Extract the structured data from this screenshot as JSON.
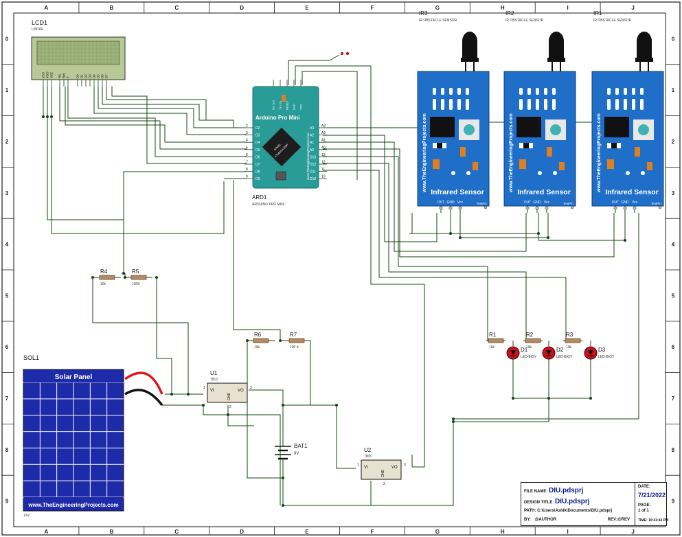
{
  "colors": {
    "wire": "#114411",
    "frame": "#1a1a1a",
    "arduino_teal": "#2a9c98",
    "sensor_blue": "#1f6fc9",
    "solar_blue": "#1e2ba8",
    "led_red": "#c6141c",
    "title_blue": "#0d1a8a"
  },
  "border": {
    "columns": [
      "A",
      "B",
      "C",
      "D",
      "E",
      "F",
      "G",
      "H",
      "I",
      "J"
    ],
    "rows": [
      "0",
      "1",
      "2",
      "3",
      "4",
      "5",
      "6",
      "7",
      "8",
      "9"
    ]
  },
  "lcd": {
    "ref": "LCD1",
    "part": "LM016L",
    "pins": [
      "VSS",
      "VDD",
      "VEE",
      "RS",
      "RW",
      "E",
      "D0",
      "D1",
      "D2",
      "D3",
      "D4",
      "D5",
      "D6",
      "D7"
    ]
  },
  "arduino": {
    "ref": "ARD1",
    "part": "ARDUINO PRO MINI",
    "board_title": "Arduino Pro Mini",
    "chip_name": "ATMEL",
    "chip_part": "ATMEGA328P",
    "side_text": "www.TheEngineeringProjects.com",
    "top_pins": [
      "RX / D0",
      "TX / D1",
      "RESET",
      "GND",
      "VCC"
    ],
    "left_pins": [
      "D2",
      "D3",
      "D4",
      "D5",
      "D6",
      "D7",
      "D8",
      "D9"
    ],
    "left_numbers": [
      "2",
      "3",
      "4",
      "5",
      "6",
      "7",
      "8",
      "9"
    ],
    "right_pins": [
      "A3",
      "A2",
      "A1",
      "A0",
      "D13",
      "D12",
      "D11",
      "D10"
    ],
    "right_numbers": [
      "A3",
      "A2",
      "A1",
      "A0",
      "13",
      "12",
      "11",
      "10"
    ]
  },
  "sensors": [
    {
      "ref": "IR3",
      "part": "IR OBSTACLE SENSOR",
      "title": "Infrared Sensor",
      "side_text": "www.TheEngineeringProjects.com",
      "pins": [
        "OUT",
        "GND",
        "Vcc"
      ],
      "testpin": "TestPin"
    },
    {
      "ref": "IR2",
      "part": "IR OBSTACLE SENSOR",
      "title": "Infrared Sensor",
      "side_text": "www.TheEngineeringProjects.com",
      "pins": [
        "OUT",
        "GND",
        "Vcc"
      ],
      "testpin": "TestPin"
    },
    {
      "ref": "IR1",
      "part": "IR OBSTACLE SENSOR",
      "title": "Infrared Sensor",
      "side_text": "www.TheEngineeringProjects.com",
      "pins": [
        "OUT",
        "GND",
        "Vcc"
      ],
      "testpin": "TestPin"
    }
  ],
  "resistors": [
    {
      "ref": "R4",
      "value": "10k"
    },
    {
      "ref": "R5",
      "value": "100K"
    },
    {
      "ref": "R6",
      "value": "10k"
    },
    {
      "ref": "R7",
      "value": "100 K"
    },
    {
      "ref": "R1",
      "value": "10k"
    },
    {
      "ref": "R2",
      "value": "10k"
    },
    {
      "ref": "R3",
      "value": "10k"
    }
  ],
  "leds": [
    {
      "ref": "D1",
      "part": "LED-BIGY"
    },
    {
      "ref": "D2",
      "part": "LED-BIGY"
    },
    {
      "ref": "D3",
      "part": "LED-BIGY"
    }
  ],
  "regulators": [
    {
      "ref": "U1",
      "part": "7812",
      "vi": "VI",
      "vo": "VO",
      "gnd": "GND",
      "pin_in": "1",
      "pin_out": "3",
      "pin_gnd": "2"
    },
    {
      "ref": "U2",
      "part": "7805",
      "vi": "VI",
      "vo": "VO",
      "gnd": "GND",
      "pin_in": "1",
      "pin_out": "3",
      "pin_gnd": "2"
    }
  ],
  "battery": {
    "ref": "BAT1",
    "value": "9V"
  },
  "solar": {
    "ref": "SOL1",
    "title": "Solar Panel",
    "footer": "www.TheEngineeringProjects.com",
    "voltage": "12V"
  },
  "title_block": {
    "file_name_label": "FILE NAME:",
    "file_name": "DIU.pdsprj",
    "design_title_label": "DESIGN TITLE:",
    "design_title": "DIU.pdsprj",
    "path_label": "PATH:",
    "path": "C:\\Users\\Ashik\\Documents\\DIU.pdsprj",
    "by_label": "BY:",
    "by": "@AUTHOR",
    "rev_label": "REV:",
    "rev": "@REV",
    "date_label": "DATE:",
    "date": "7/21/2022",
    "page_label": "PAGE:",
    "page": "1",
    "page_of": "of",
    "page_total": "1",
    "time_label": "TIME:",
    "time": "10:41:44 PM"
  }
}
